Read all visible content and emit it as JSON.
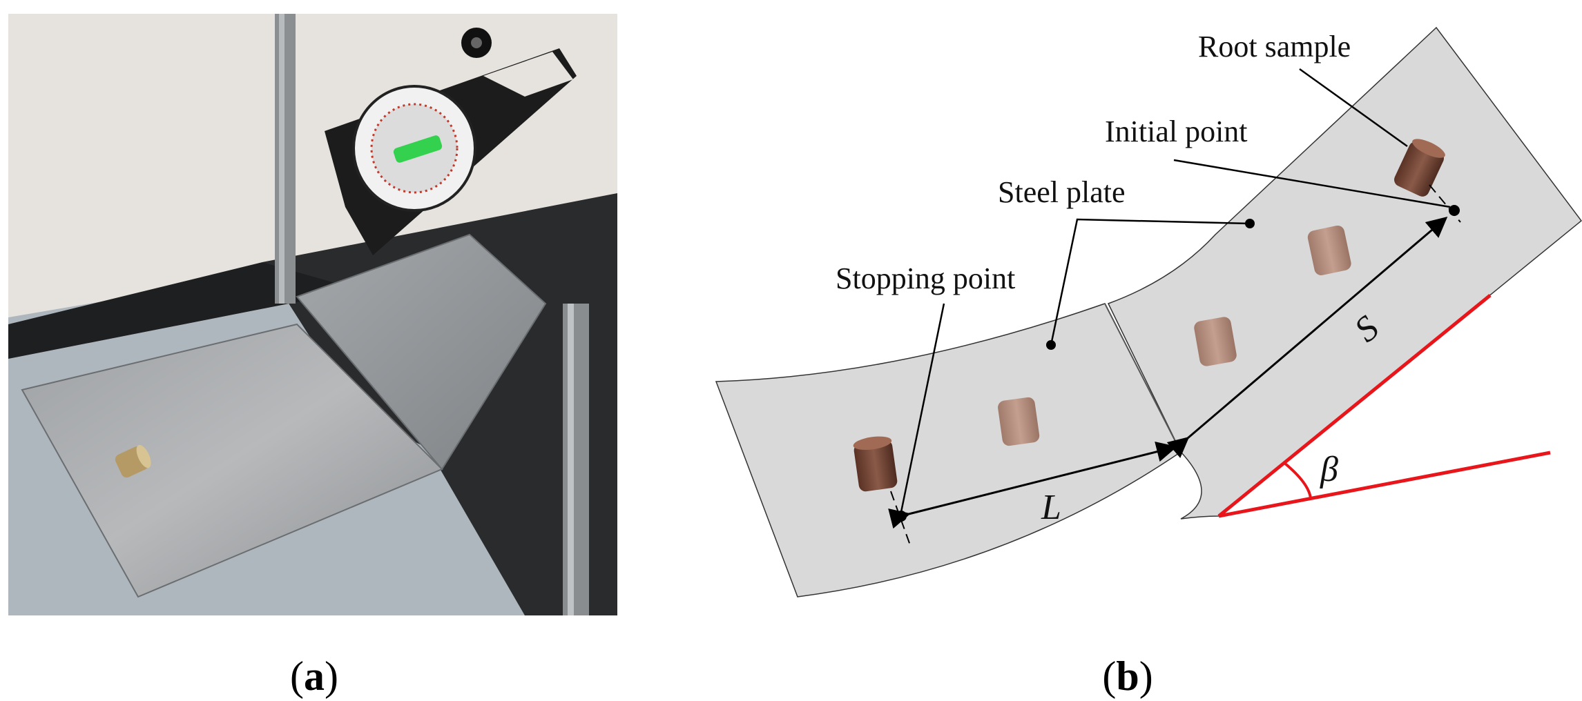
{
  "panels": {
    "a": {
      "label_open": "(",
      "label_letter": "a",
      "label_close": ")"
    },
    "b": {
      "label_open": "(",
      "label_letter": "b",
      "label_close": ")"
    }
  },
  "diagram": {
    "root_sample_label": "Root sample",
    "initial_point_label": "Initial point",
    "steel_plate_label": "Steel plate",
    "stopping_point_label": "Stopping point",
    "distance_S_label": "S",
    "distance_L_label": "L",
    "angle_label": "β"
  },
  "colors": {
    "plate_fill": "#d9d9d9",
    "incline_line": "#e8161b",
    "root_brown": "#7a4a3a"
  }
}
